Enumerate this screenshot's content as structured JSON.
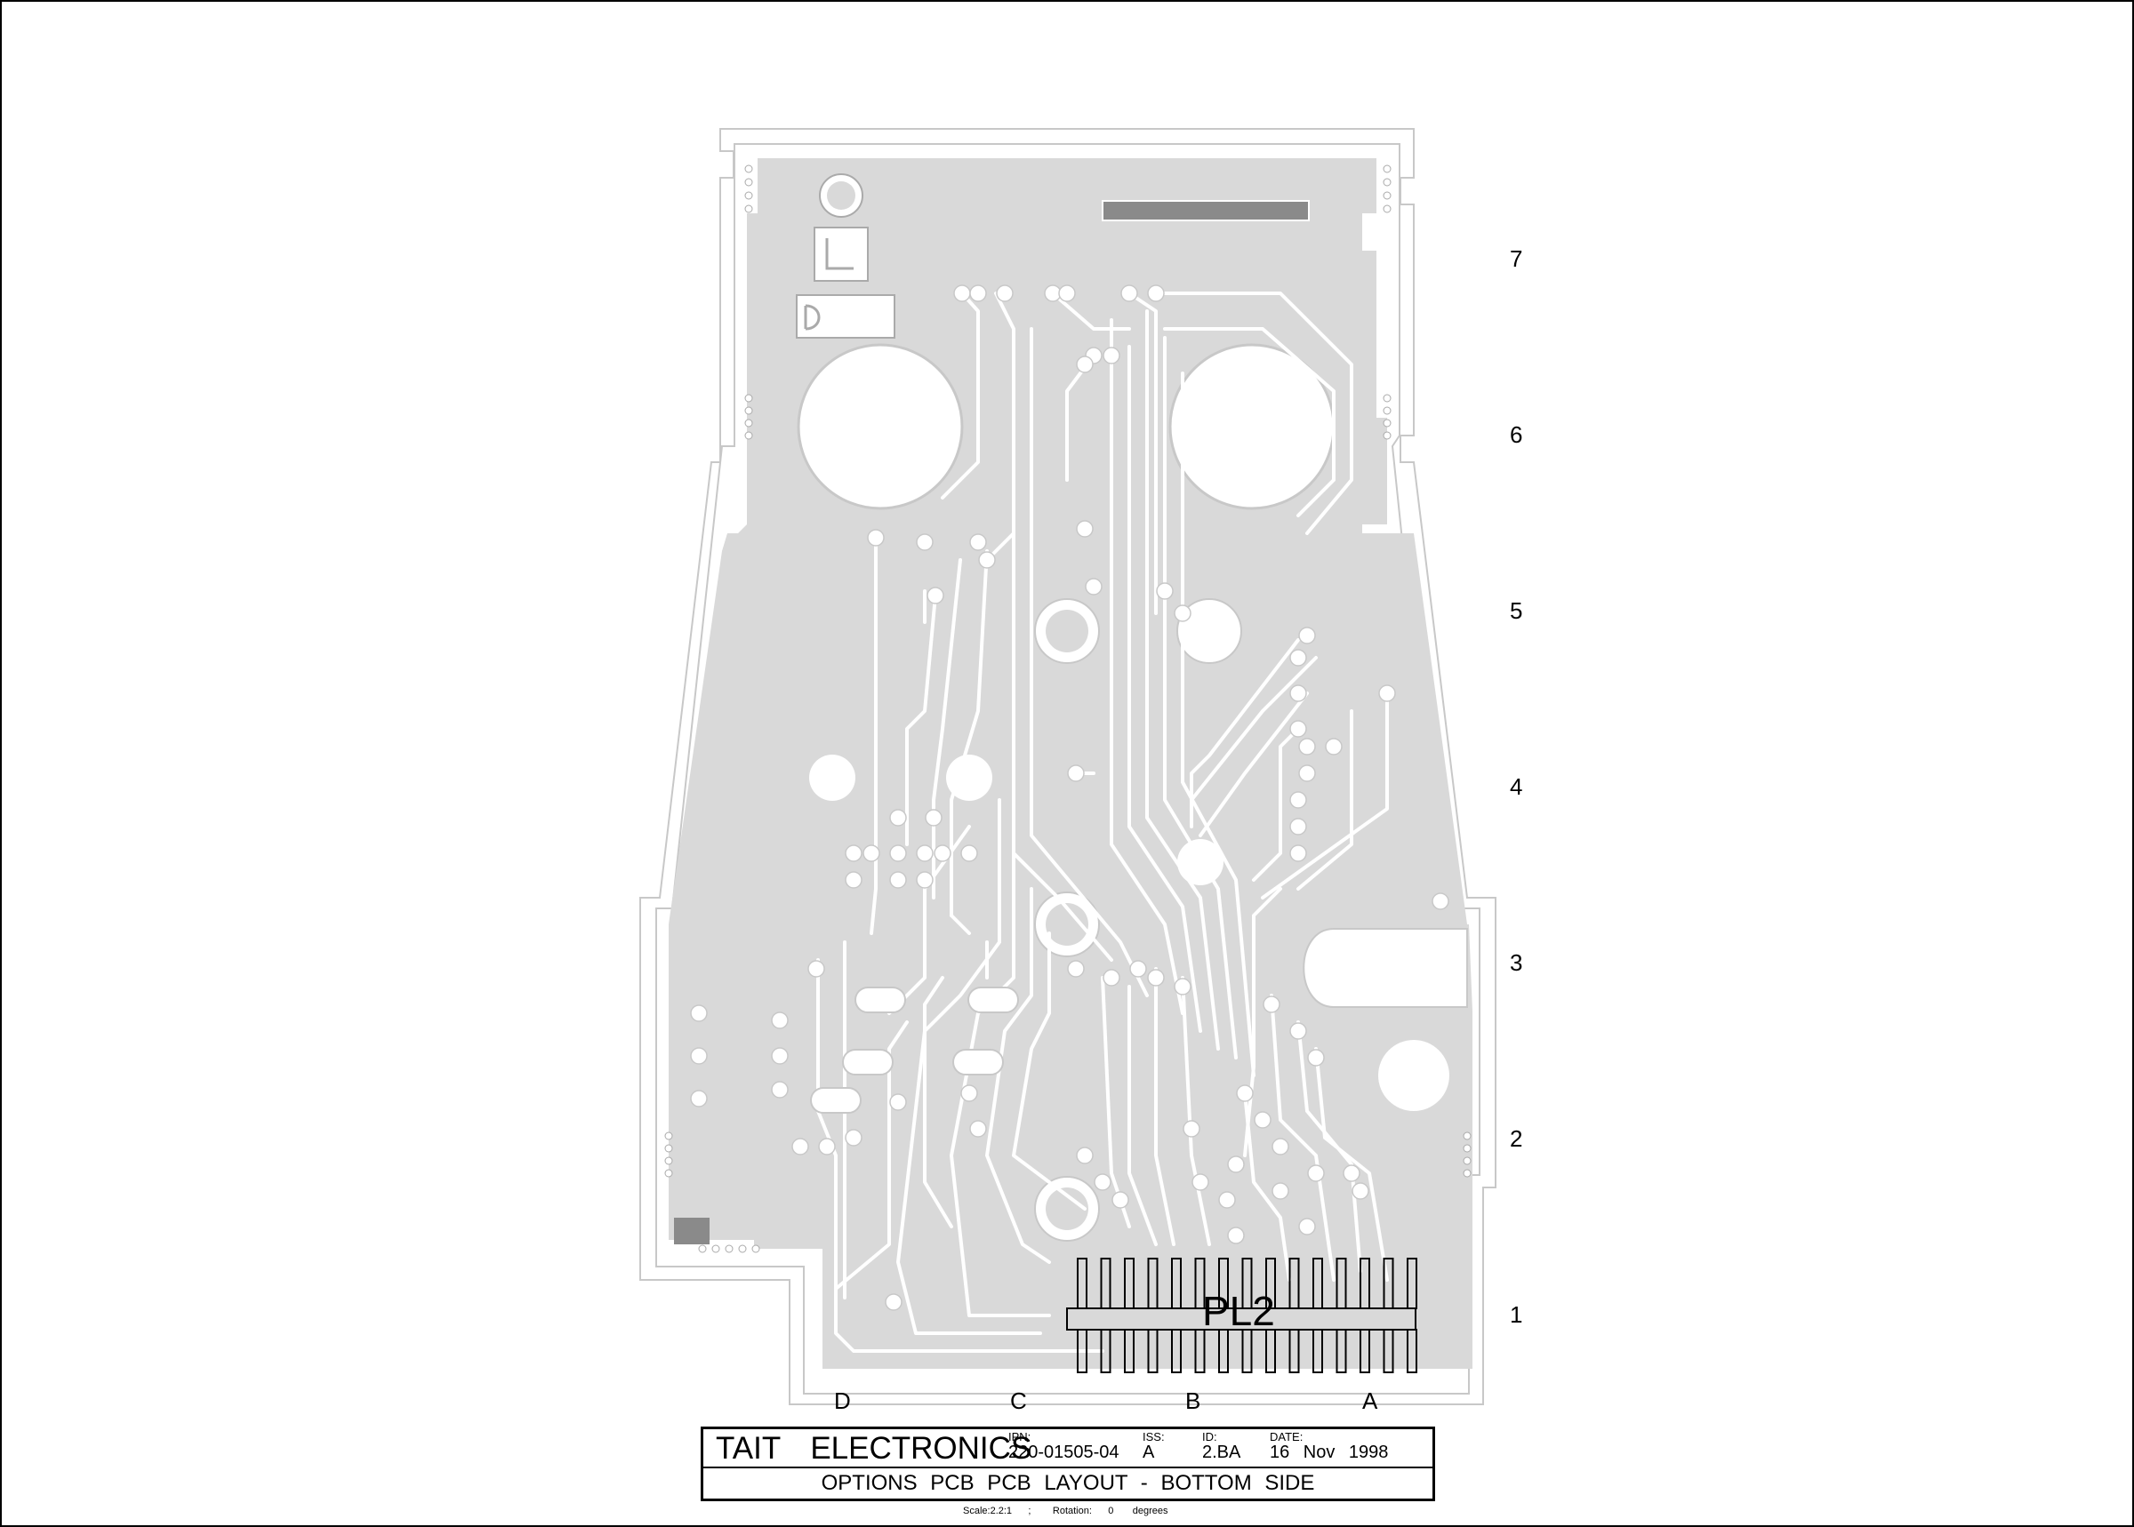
{
  "grid": {
    "rows": [
      "7",
      "6",
      "5",
      "4",
      "3",
      "2",
      "1"
    ],
    "columns": [
      "D",
      "C",
      "B",
      "A"
    ]
  },
  "connector_label": "PL2",
  "title_block": {
    "company": "TAIT ELECTRONICS",
    "ipn_caption": "IPN:",
    "ipn": "220-01505-04",
    "iss_caption": "ISS:",
    "iss": "A",
    "id_caption": "ID:",
    "id": "2.BA",
    "date_caption": "DATE:",
    "date": "16 Nov 1998",
    "drawing_title": "OPTIONS PCB PCB LAYOUT - BOTTOM SIDE"
  },
  "scale_line": "Scale:2.2:1      ;        Rotation:      0       degrees",
  "colors": {
    "copper": "#d9d9d9",
    "outline": "#c8c8c8",
    "pad_fill": "#ffffff",
    "dark_pad": "#8a8a8a",
    "ink": "#000000"
  }
}
